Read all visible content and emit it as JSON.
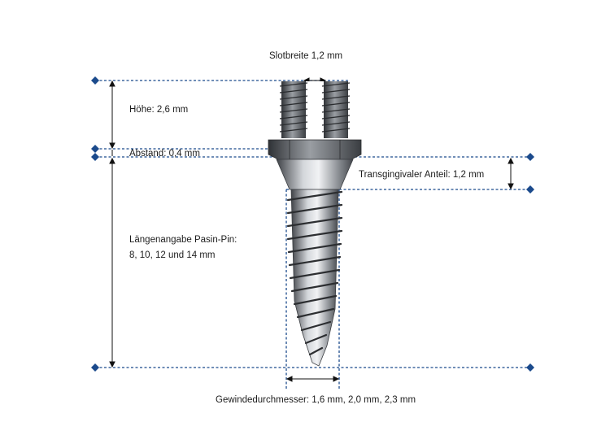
{
  "diagram": {
    "colors": {
      "guide": "#1b4a8c",
      "arrow": "#111111",
      "text": "#1c1c1c",
      "metal_dark": "#4a4d52",
      "metal_light": "#c9ccd1"
    },
    "labels": {
      "slot_width": "Slotbreite 1,2 mm",
      "height": "Höhe: 2,6 mm",
      "distance": "Abstand: 0,4 mm",
      "transgingival": "Transgingivaler Anteil: 1,2 mm",
      "length_line1": "Längenangabe Pasin-Pin:",
      "length_line2": "8, 10, 12 und 14 mm",
      "thread_diameter": "Gewindedurchmesser: 1,6 mm, 2,0 mm, 2,3 mm"
    }
  }
}
